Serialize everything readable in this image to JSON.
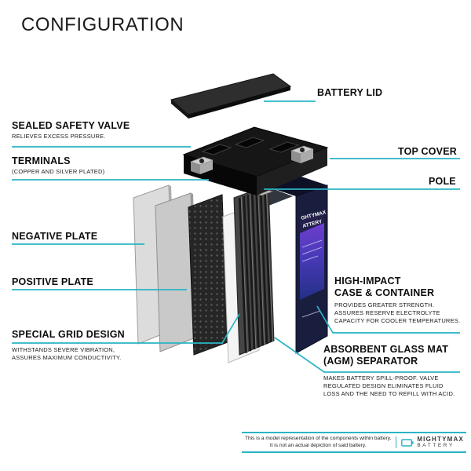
{
  "page": {
    "title": "CONFIGURATION",
    "accent_color": "#2ab4c4"
  },
  "labels": {
    "battery_lid": {
      "title": "BATTERY LID"
    },
    "sealed_safety_valve": {
      "title": "SEALED SAFETY VALVE",
      "desc": "RELIEVES EXCESS PRESSURE."
    },
    "terminals": {
      "title": "TERMINALS",
      "desc": "(COPPER AND SILVER PLATED)"
    },
    "top_cover": {
      "title": "TOP COVER"
    },
    "pole": {
      "title": "POLE"
    },
    "negative_plate": {
      "title": "NEGATIVE PLATE"
    },
    "positive_plate": {
      "title": "POSITIVE PLATE"
    },
    "special_grid_design": {
      "title": "SPECIAL GRID DESIGN",
      "desc": "WITHSTANDS SEVERE VIBRATION,\nASSURES MAXIMUM CONDUCTIVITY."
    },
    "high_impact_case": {
      "title": "HIGH-IMPACT\nCASE & CONTAINER",
      "desc": "PROVIDES GREATER STRENGTH.\nASSURES RESERVE ELECTROLYTE\nCAPACITY FOR COOLER TEMPERATURES."
    },
    "agm_separator": {
      "title": "ABSORBENT GLASS MAT\n(AGM) SEPARATOR",
      "desc": "MAKES BATTERY SPILL-PROOF. VALVE\nREGULATED DESIGN ELIMINATES FLUID\nLOSS AND THE NEED TO REFILL WITH ACID."
    }
  },
  "case_label": {
    "line1": "GHTYMAX",
    "line2": "ATTERY"
  },
  "footer": {
    "disclaimer": "This is a model representation of the components within battery.\nIt is not an actual depiction of said battery.",
    "logo_line1": "MIGHTYMAX",
    "logo_line2": "BATTERY"
  }
}
